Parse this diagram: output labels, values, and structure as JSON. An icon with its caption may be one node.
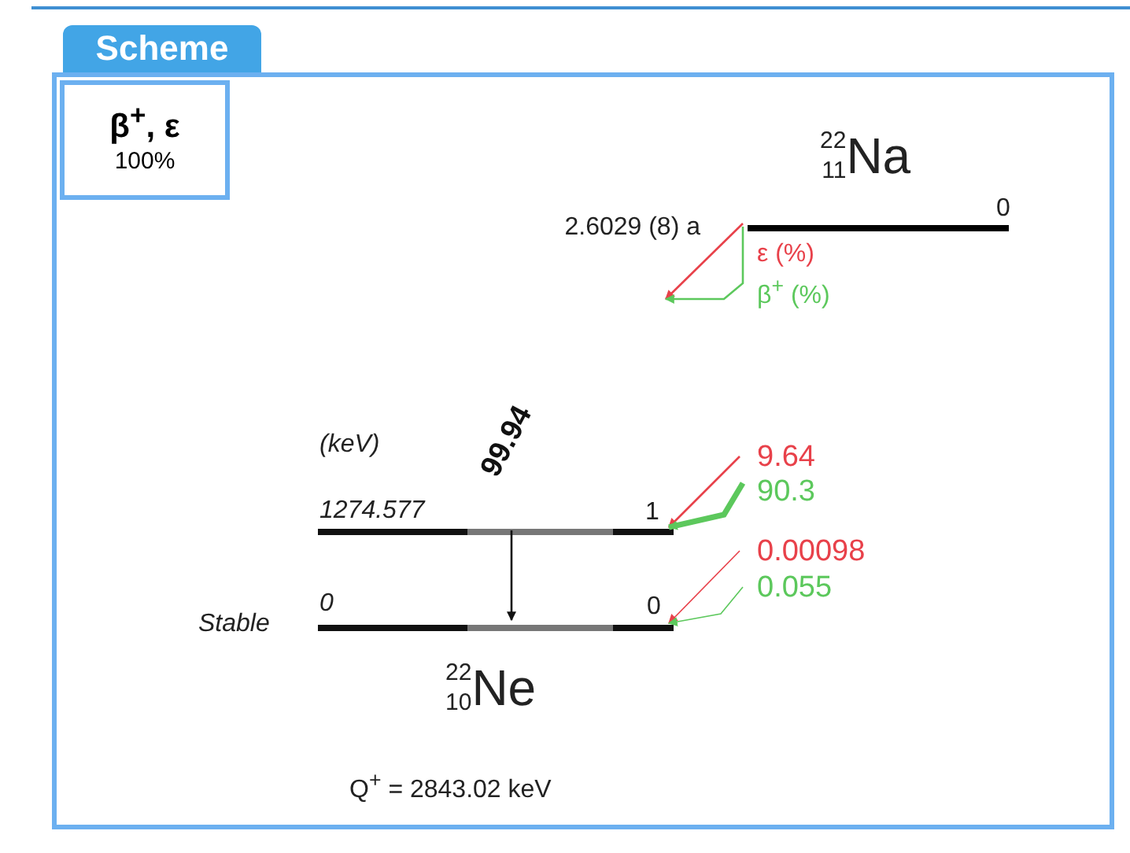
{
  "diagram": {
    "nodes": [
      {
        "text": [
          "Scheme"
        ]
      },
      {
        "text": [
          "β$^{+}$, ε",
          "100%"
        ],
        "in": 0
      },
      {
        "text": [],
        "shape": "bar",
        "in": 0,
        "beside": [
          "2.6029 (8) a",
          "0",
          "$^{22}$$_{11}$Na"
        ]
      },
      {
        "text": [],
        "shape": "bar",
        "in": 0,
        "beside": [
          "1274.577",
          "1",
          "(keV)"
        ]
      },
      {
        "text": [],
        "shape": "bar",
        "in": 0,
        "beside": [
          "Stable",
          "0",
          "0",
          "$^{22}$$_{10}$Ne"
        ]
      }
    ],
    "edges": [
      {
        "from": 2,
        "to": null,
        "arrow": "to",
        "color": "#e8414a",
        "label": "ε (%)"
      },
      {
        "from": 2,
        "to": null,
        "arrow": "to",
        "color": "#5cc85c",
        "label": "β$^{+}$ (%)"
      },
      {
        "from": null,
        "to": 3,
        "arrow": "to",
        "color": "#e8414a",
        "label": "9.64"
      },
      {
        "from": null,
        "to": 3,
        "arrow": "to",
        "color": "#5cc85c",
        "label": "90.3",
        "style": "thick"
      },
      {
        "from": null,
        "to": 4,
        "arrow": "to",
        "color": "#e8414a",
        "label": "0.00098"
      },
      {
        "from": null,
        "to": 4,
        "arrow": "to",
        "color": "#5cc85c",
        "label": "0.055"
      },
      {
        "from": 3,
        "to": 4,
        "arrow": "to",
        "color": "#111111",
        "label": "99.94"
      }
    ],
    "labels": [
      "Q$^{+}$ = 2843.02 keV"
    ]
  }
}
